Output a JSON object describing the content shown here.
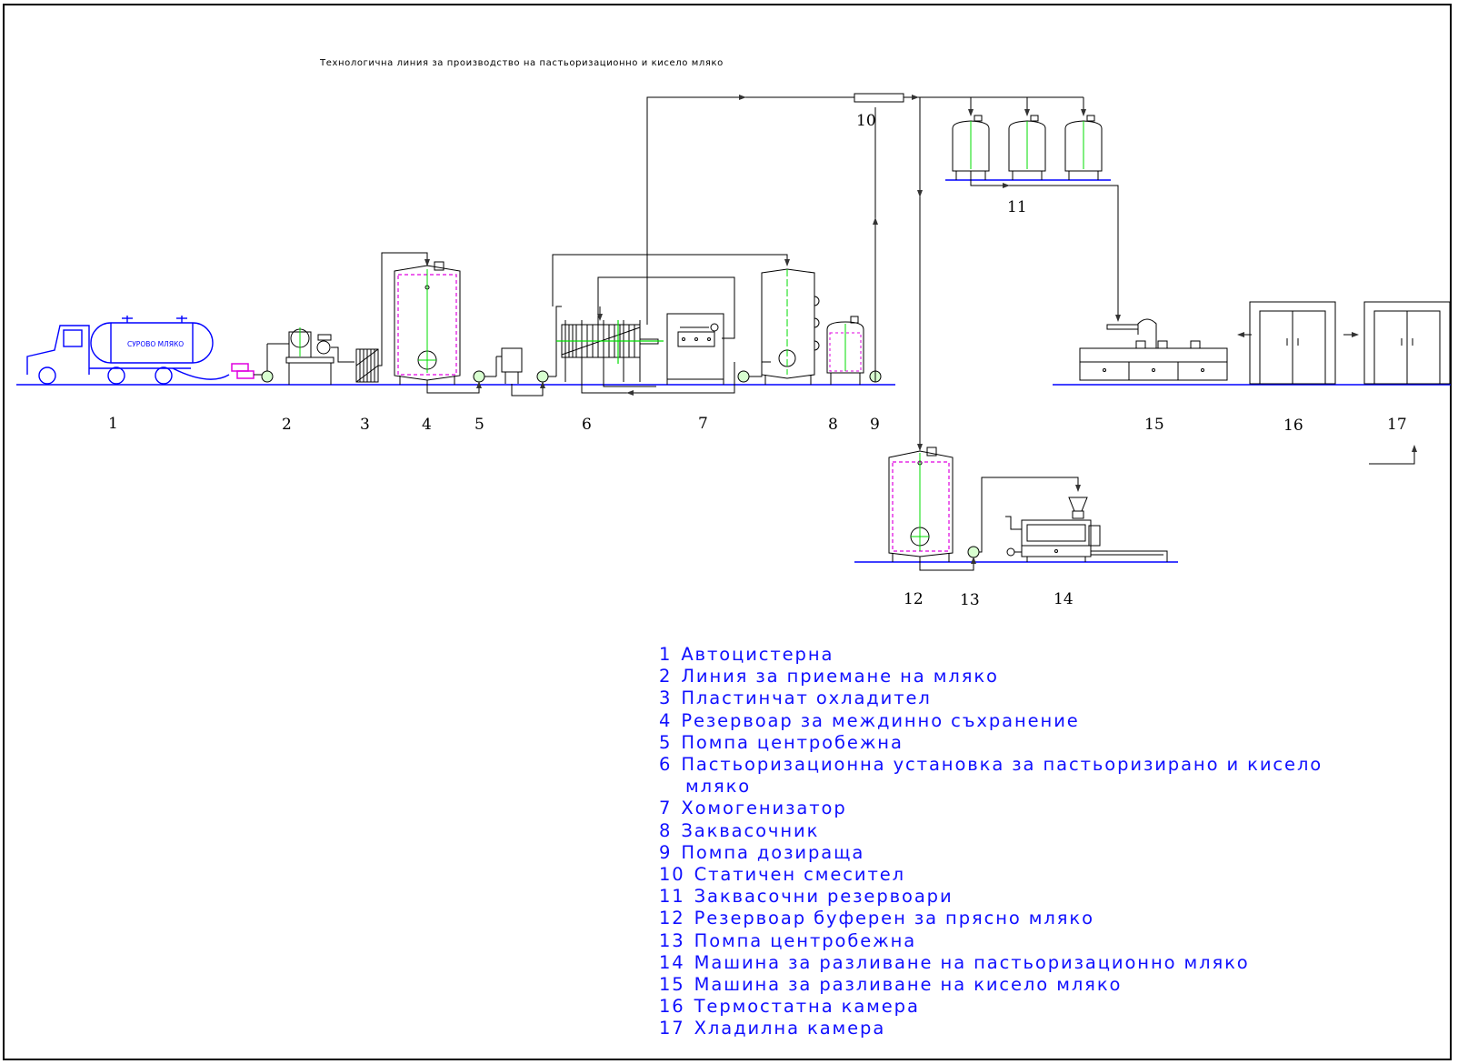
{
  "title": "Технологична линия за производство на пастьоризационно и кисело мляко",
  "truck_label": "СУРОВО МЛЯКО",
  "numbers": {
    "n1": "1",
    "n2": "2",
    "n3": "3",
    "n4": "4",
    "n5": "5",
    "n6": "6",
    "n7": "7",
    "n8": "8",
    "n9": "9",
    "n10": "10",
    "n11": "11",
    "n12": "12",
    "n13": "13",
    "n14": "14",
    "n15": "15",
    "n16": "16",
    "n17": "17"
  },
  "legend": [
    {
      "n": "1",
      "text": "Автоцистерна"
    },
    {
      "n": "2",
      "text": "Линия за приемане на мляко"
    },
    {
      "n": "3",
      "text": "Пластинчат охладител"
    },
    {
      "n": "4",
      "text": "Резервоар за междинно съхранение"
    },
    {
      "n": "5",
      "text": "Помпа центробежна"
    },
    {
      "n": "6",
      "text": "Пастьоризационна установка за пастьоризирано и кисело",
      "cont": "мляко"
    },
    {
      "n": "7",
      "text": "Хомогенизатор"
    },
    {
      "n": "8",
      "text": "Заквасочник"
    },
    {
      "n": "9",
      "text": "Помпа дозираща"
    },
    {
      "n": "10",
      "text": "Статичен смесител"
    },
    {
      "n": "11",
      "text": "Заквасочни резервоари"
    },
    {
      "n": "12",
      "text": "Резервоар буферен за прясно мляко"
    },
    {
      "n": "13",
      "text": "Помпа центробежна"
    },
    {
      "n": "14",
      "text": "Машина за разливане на пастьоризационно мляко"
    },
    {
      "n": "15",
      "text": "Машина за разливане на кисело мляко"
    },
    {
      "n": "16",
      "text": "Термостатна камера"
    },
    {
      "n": "17",
      "text": "Хладилна камера"
    }
  ],
  "colors": {
    "line": "#000000",
    "ground": "#0000ff",
    "axis": "#00dd00",
    "dashed": "#e000e0",
    "legend_text": "#1010ff",
    "pump_fill": "#d8ffd0"
  }
}
